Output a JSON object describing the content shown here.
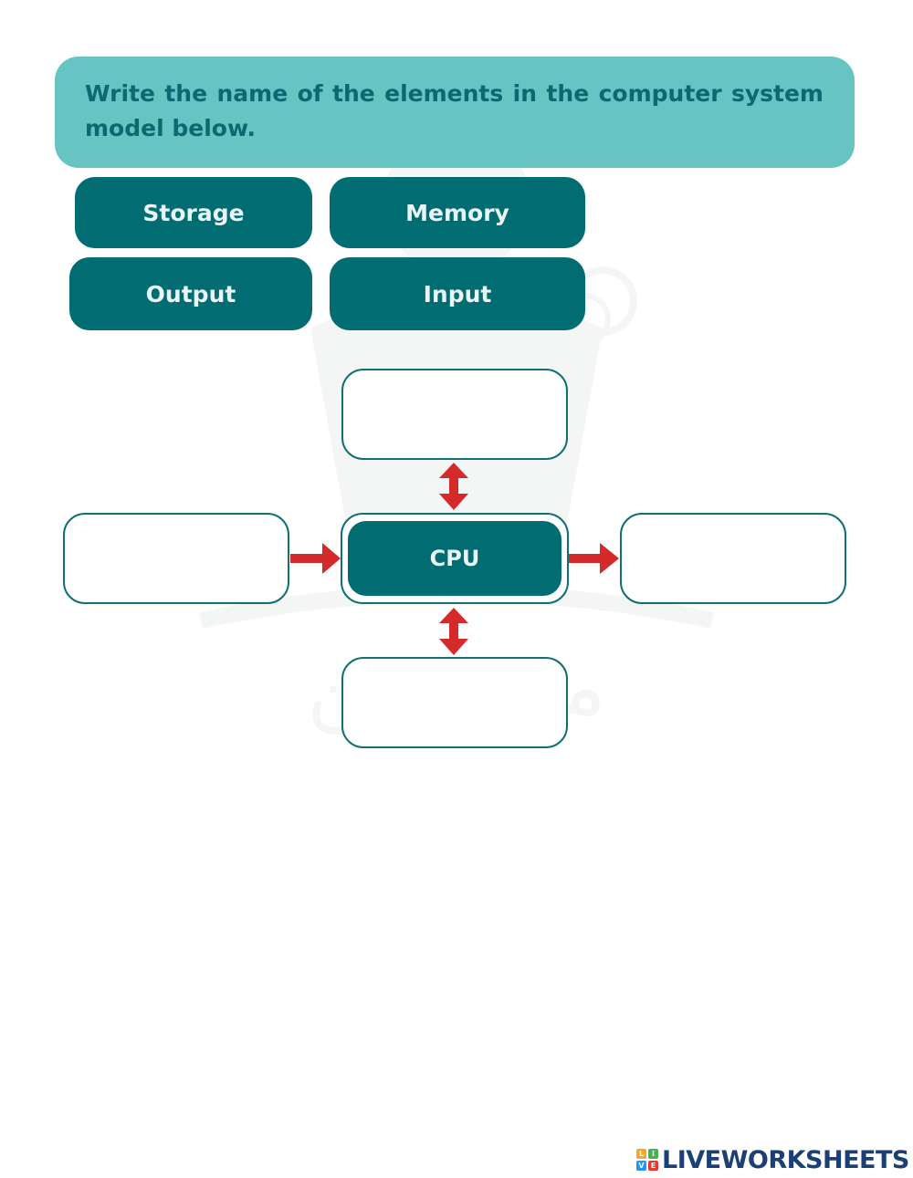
{
  "instruction": {
    "text": "Write the name of the elements in the computer system model  below."
  },
  "word_bank": {
    "items": [
      {
        "id": "storage",
        "label": "Storage"
      },
      {
        "id": "memory",
        "label": "Memory"
      },
      {
        "id": "output",
        "label": "Output"
      },
      {
        "id": "input",
        "label": "Input"
      }
    ]
  },
  "diagram": {
    "center_label": "CPU",
    "drop_boxes": [
      {
        "position": "top",
        "value": ""
      },
      {
        "position": "left",
        "value": ""
      },
      {
        "position": "right",
        "value": ""
      },
      {
        "position": "bottom",
        "value": ""
      }
    ],
    "arrow_color": "#d42a2a",
    "box_border_color": "#107074"
  },
  "colors": {
    "banner": "#66c5c3",
    "banner_text": "#0c6970",
    "chip": "#016d73",
    "chip_text": "#e9f4f4"
  },
  "footer": {
    "brand": "LIVEWORKSHEETS",
    "mark_letters": [
      "L",
      "I",
      "V",
      "E"
    ],
    "mark_colors": [
      "#f5a623",
      "#4caf50",
      "#2196f3",
      "#e53935"
    ]
  },
  "watermark": {
    "text": "محمد بن"
  }
}
